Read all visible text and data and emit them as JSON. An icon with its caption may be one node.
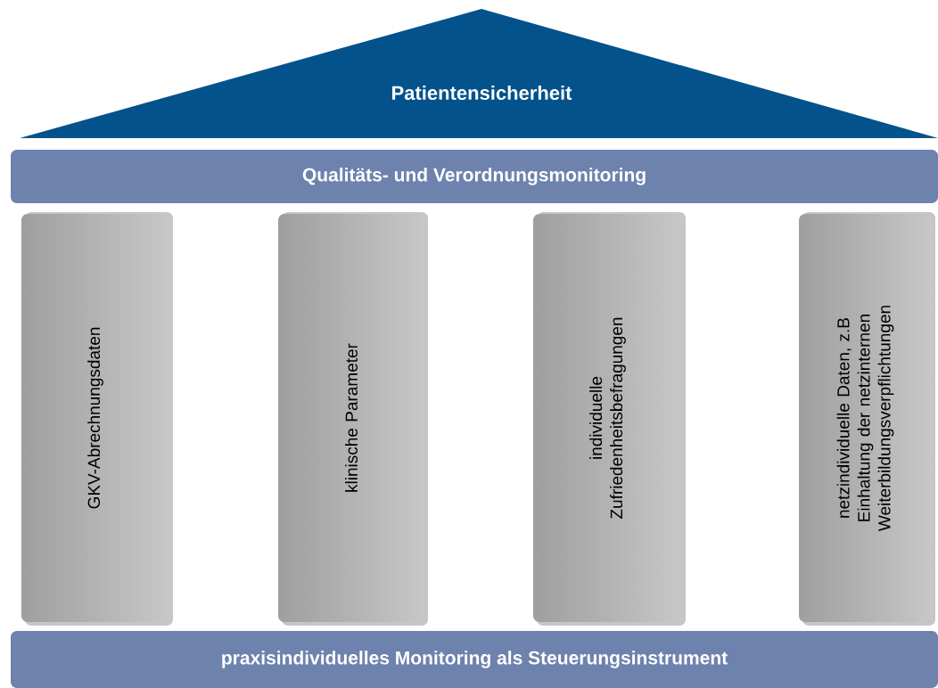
{
  "diagram": {
    "nodes": [
      {
        "text": [
          "Patientensicherheit"
        ]
      },
      {
        "text": [
          "Qualitäts- und Verordnungsmonitoring"
        ]
      },
      {
        "text": [
          "GKV-Abrechnungsdaten"
        ]
      },
      {
        "text": [
          "klinische Parameter"
        ]
      },
      {
        "text": [
          "individuelle Zufriedenheitsbefragungen"
        ]
      },
      {
        "text": [
          "netzindividuelle Daten, z.B Einhaltung der netzinternen Weiterbildungsverpflichtungen"
        ]
      },
      {
        "text": [
          "praxisindividuelles Monitoring als Steuerungsinstrument"
        ]
      }
    ]
  }
}
